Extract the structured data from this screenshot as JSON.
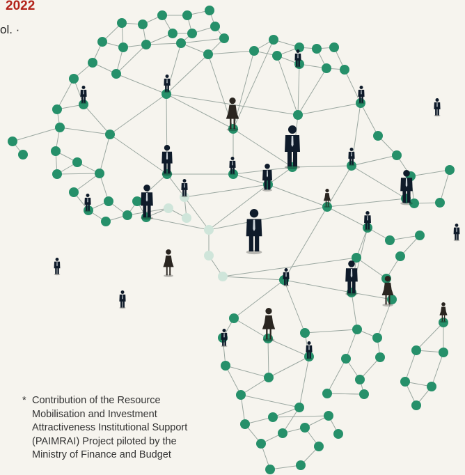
{
  "header": {
    "year": "2022",
    "vol_fragment": "ol. ·"
  },
  "footnote": {
    "marker": "*",
    "lines": [
      "Contribution of the Resource",
      "Mobilisation and Investment",
      "Attractiveness Institutional Support",
      "(PAIMRAI) Project piloted by the",
      "Ministry of Finance and Budget"
    ]
  },
  "colors": {
    "year": "#b3241b",
    "node": "#26906a",
    "node_light": "#cfe5da",
    "edge": "#9aa7a0",
    "person": "#0f1b2a",
    "person_woman": "#2a2520",
    "background": "#f6f4ee"
  },
  "illustration": {
    "subject": "network-map-of-africa",
    "icon": "person-icon"
  }
}
